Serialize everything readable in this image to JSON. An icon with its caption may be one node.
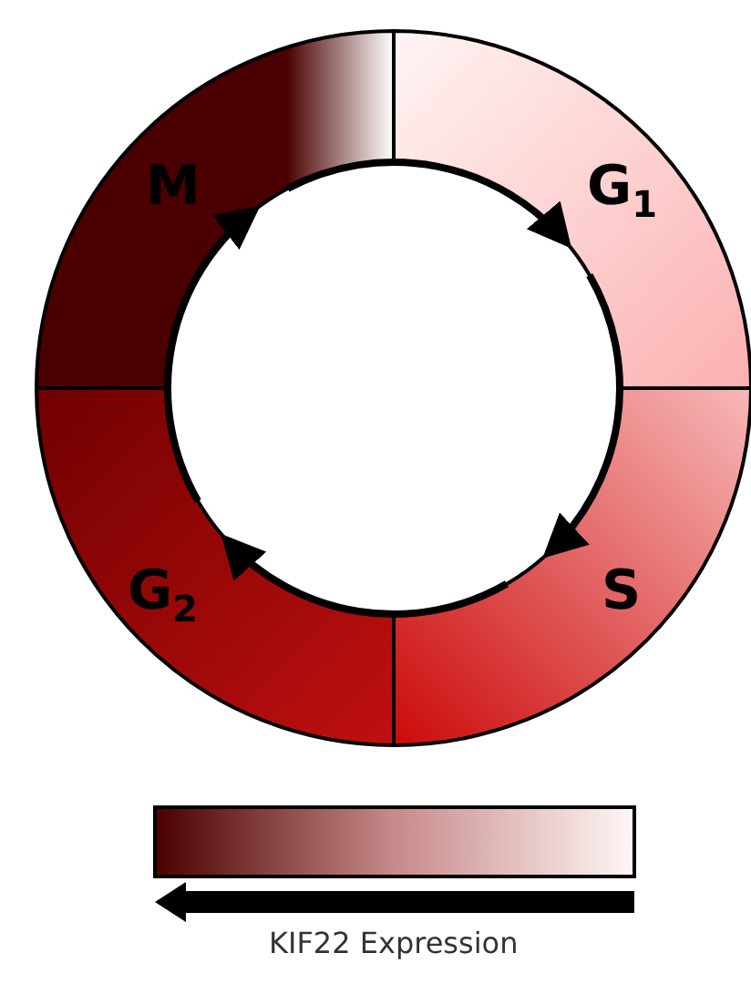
{
  "diagram": {
    "nodes": [
      {
        "text": [
          "M"
        ]
      },
      {
        "text": [
          "G$_{1}$"
        ]
      },
      {
        "text": [
          "G$_{2}$"
        ]
      },
      {
        "text": [
          "S"
        ]
      },
      {
        "text": [],
        "shape": "bar"
      }
    ],
    "edges": [
      {
        "from": 2,
        "to": 0,
        "arrow": "to"
      },
      {
        "from": 0,
        "to": 1,
        "arrow": "to"
      },
      {
        "from": 1,
        "to": 3,
        "arrow": "to"
      },
      {
        "from": 3,
        "to": 2,
        "arrow": "to"
      }
    ],
    "labels": [
      "KIF22 Expression"
    ]
  }
}
